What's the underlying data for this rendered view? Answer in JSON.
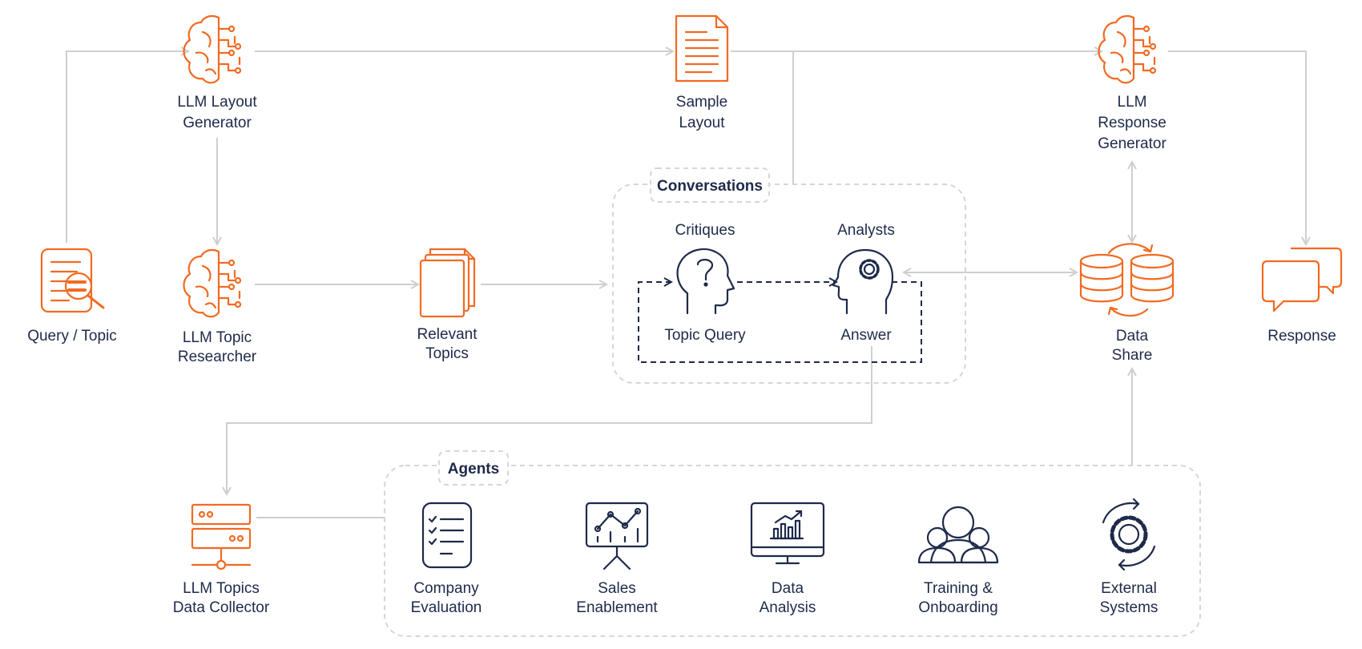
{
  "colors": {
    "accent": "#f26a22",
    "navy": "#1e2a4a",
    "connector": "#cfcfcf",
    "group_border": "#d6d6d6"
  },
  "nodes": {
    "query_topic": {
      "label": [
        "Query / Topic"
      ],
      "icon": "document-search-icon"
    },
    "llm_layout_gen": {
      "label": [
        "LLM Layout",
        "Generator"
      ],
      "icon": "brain-circuit-icon"
    },
    "sample_layout": {
      "label": [
        "Sample",
        "Layout"
      ],
      "icon": "document-icon"
    },
    "llm_response_gen": {
      "label": [
        "LLM",
        "Response",
        "Generator"
      ],
      "icon": "brain-circuit-icon"
    },
    "llm_topic_res": {
      "label": [
        "LLM Topic",
        "Researcher"
      ],
      "icon": "brain-circuit-icon"
    },
    "relevant_topics": {
      "label": [
        "Relevant",
        "Topics"
      ],
      "icon": "documents-stack-icon"
    },
    "data_share": {
      "label": [
        "Data",
        "Share"
      ],
      "icon": "database-sync-icon"
    },
    "response": {
      "label": [
        "Response"
      ],
      "icon": "chat-bubbles-icon"
    },
    "llm_topics_collector": {
      "label": [
        "LLM Topics",
        "Data Collector"
      ],
      "icon": "server-stack-icon"
    }
  },
  "conversations": {
    "title": "Conversations",
    "critiques_label": "Critiques",
    "analysts_label": "Analysts",
    "topic_query_label": "Topic Query",
    "answer_label": "Answer",
    "critique_icon": "head-question-icon",
    "analyst_icon": "head-gear-icon"
  },
  "agents": {
    "title": "Agents",
    "items": [
      {
        "label": [
          "Company",
          "Evaluation"
        ],
        "icon": "checklist-icon"
      },
      {
        "label": [
          "Sales",
          "Enablement"
        ],
        "icon": "presentation-board-icon"
      },
      {
        "label": [
          "Data",
          "Analysis"
        ],
        "icon": "monitor-chart-icon"
      },
      {
        "label": [
          "Training &",
          "Onboarding"
        ],
        "icon": "team-icon"
      },
      {
        "label": [
          "External",
          "Systems"
        ],
        "icon": "gear-cycle-icon"
      }
    ]
  }
}
